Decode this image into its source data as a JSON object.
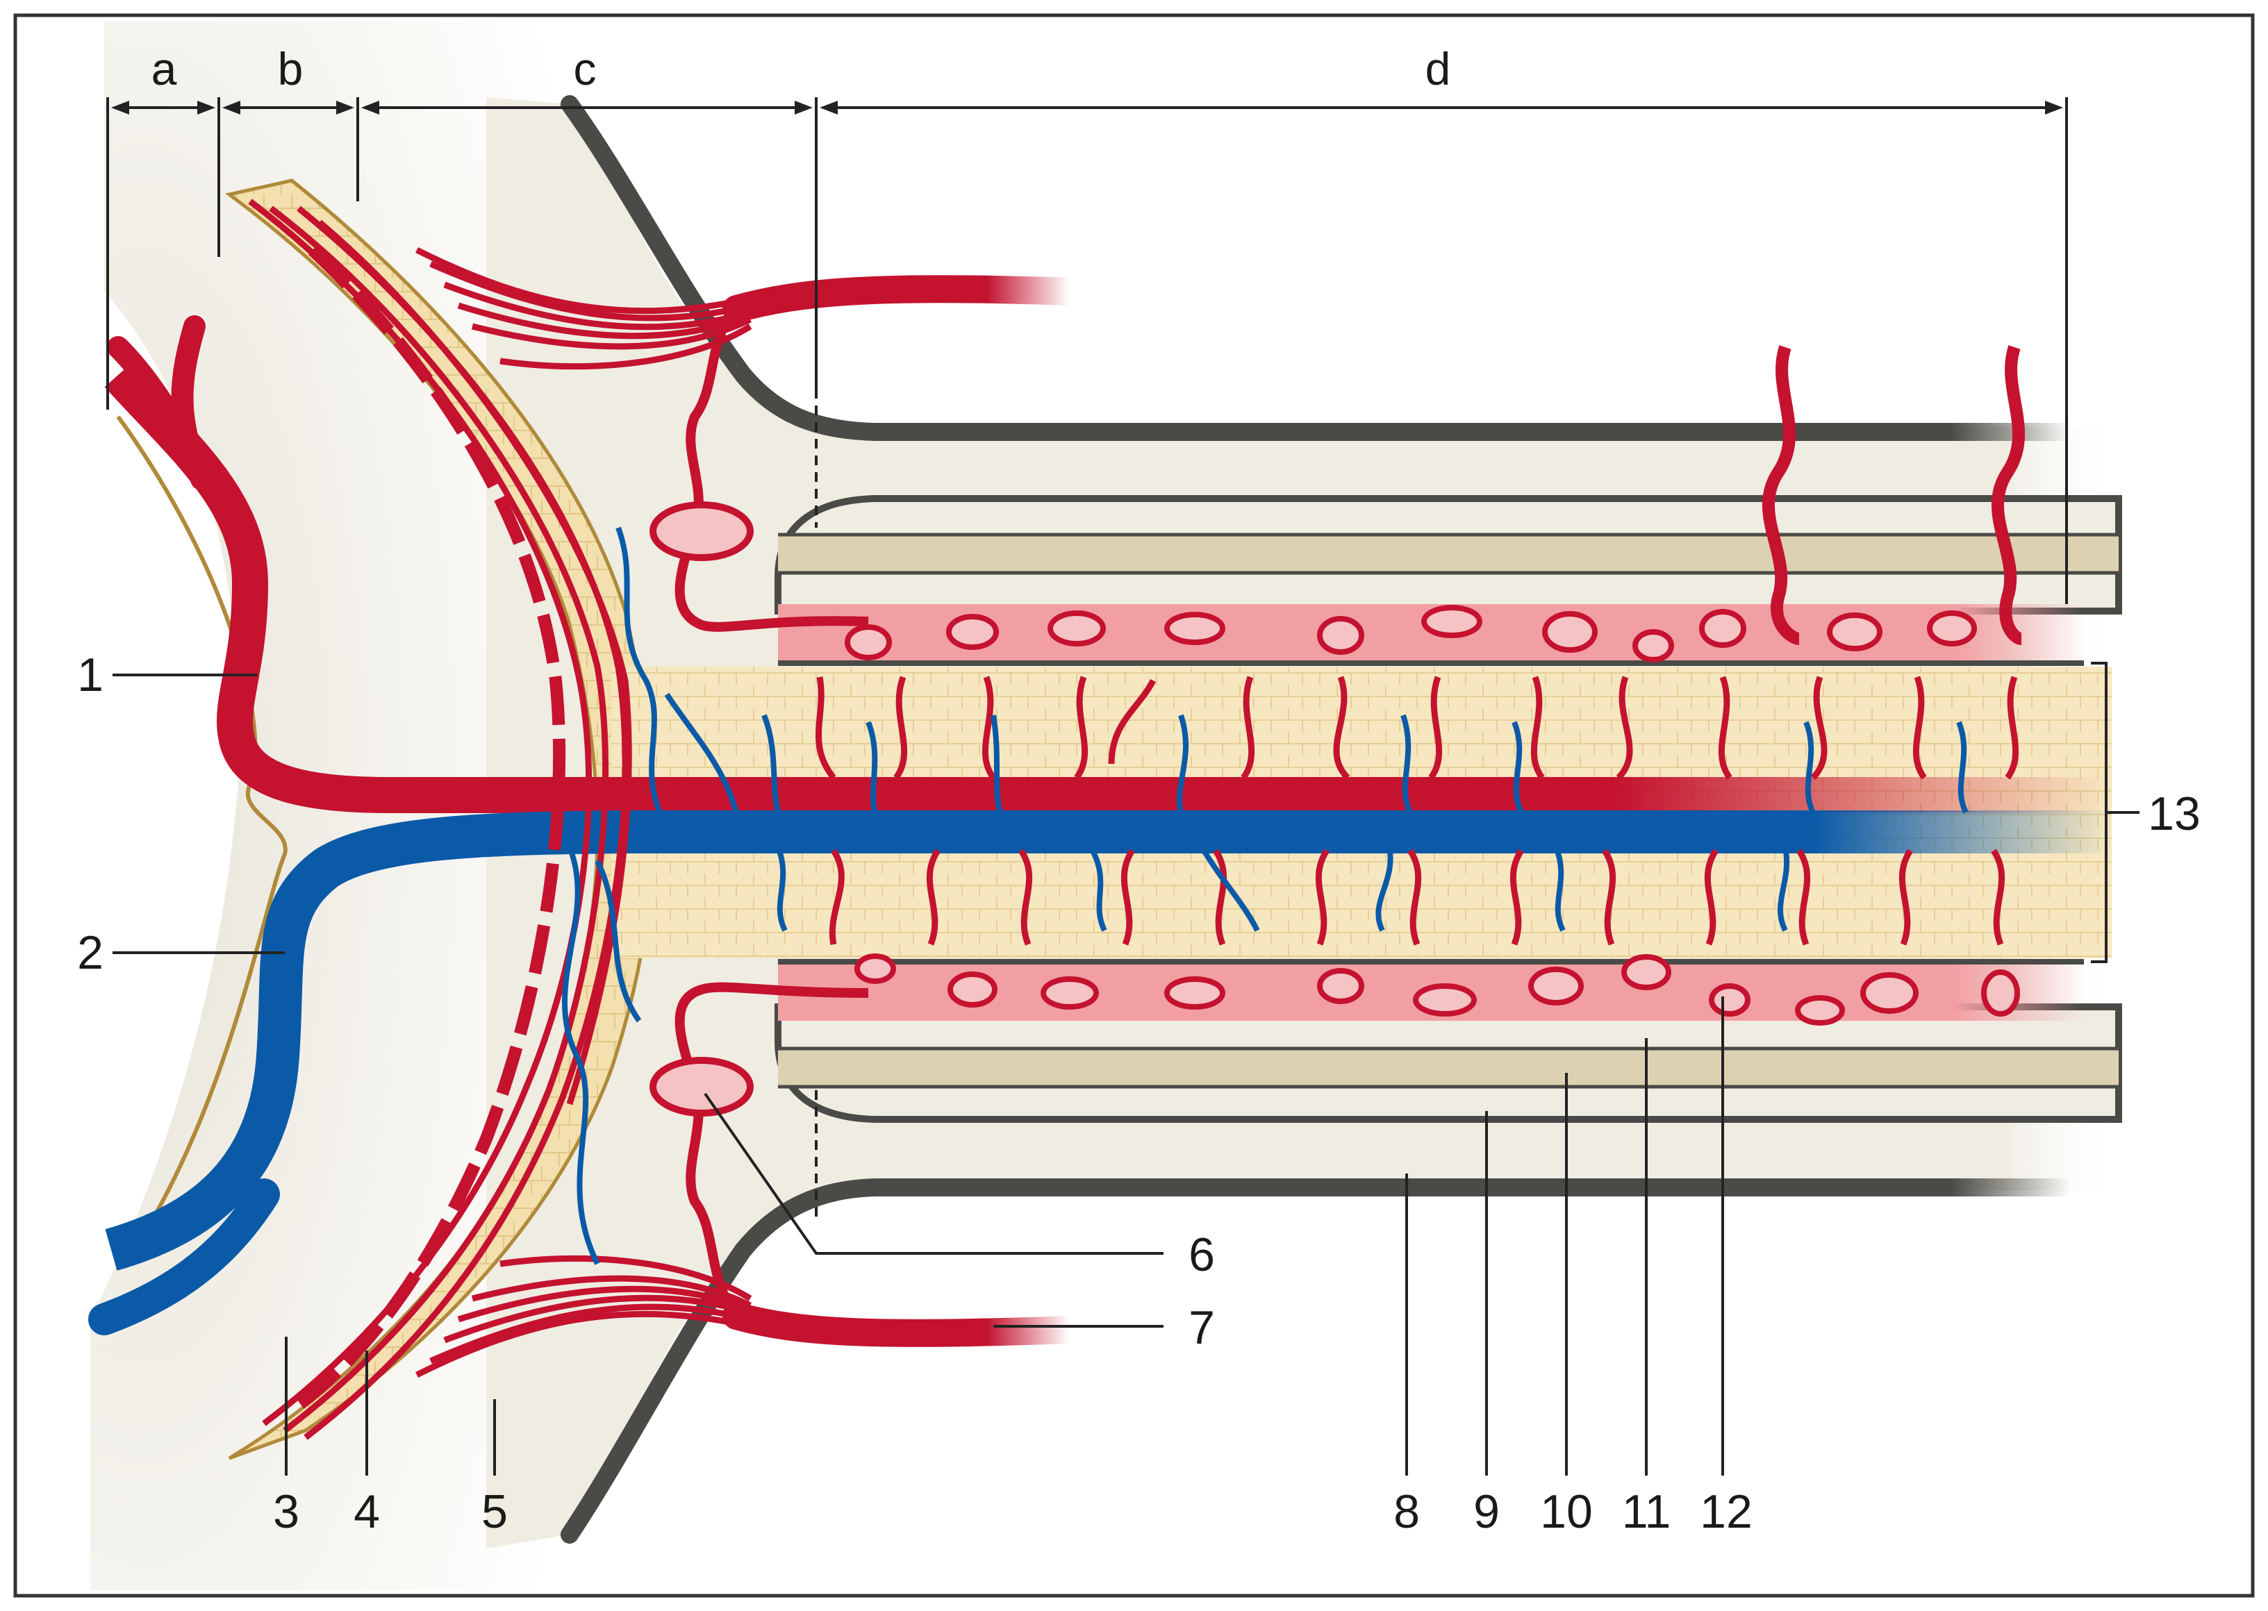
{
  "labels": {
    "regions": {
      "a": "a",
      "b": "b",
      "c": "c",
      "d": "d"
    },
    "numbers": {
      "n1": "1",
      "n2": "2",
      "n3": "3",
      "n4": "4",
      "n5": "5",
      "n6": "6",
      "n7": "7",
      "n8": "8",
      "n9": "9",
      "n10": "10",
      "n11": "11",
      "n12": "12",
      "n13": "13"
    }
  },
  "colors": {
    "artery": "#c4122f",
    "vein": "#0a5aa8",
    "capsule": "#e8d29a",
    "tissue": "#f7e7c0",
    "bg_tissue": "#efece2",
    "wall": "#4a4a46",
    "sinus": "#f29fa3",
    "cell_fill": "#f6c3c5",
    "outline": "#b08a3a",
    "frame": "#333333"
  }
}
